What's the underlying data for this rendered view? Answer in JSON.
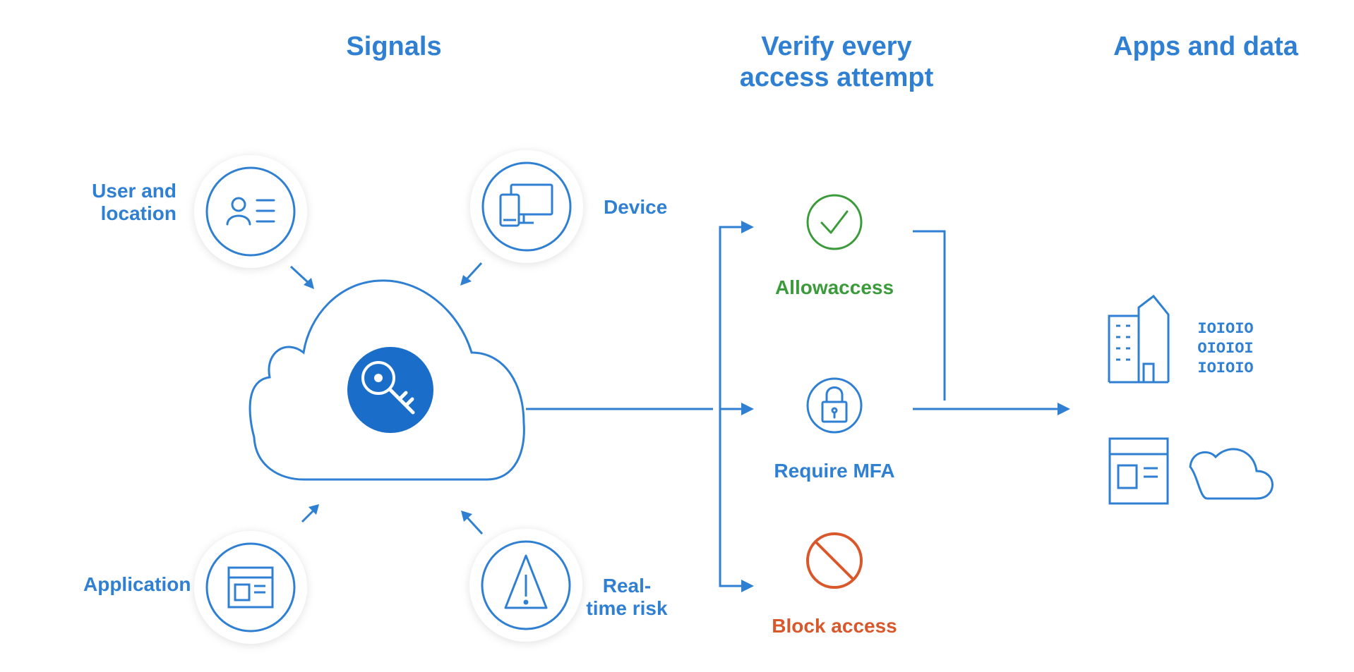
{
  "headings": {
    "signals": "Signals",
    "verify": "Verify every access attempt",
    "apps": "Apps and data"
  },
  "signals": {
    "user_location": "User and location",
    "device": "Device",
    "application": "Application",
    "realtime_risk": "Real-time risk"
  },
  "decisions": {
    "allow": "Allowaccess",
    "mfa": "Require MFA",
    "block": "Block access"
  },
  "colors": {
    "primary": "#2f7fd3",
    "key_fill": "#1a6dc8",
    "allow": "#3b9b3b",
    "block": "#d9582b"
  },
  "icons": {
    "center": "key-icon",
    "signals": [
      "user-card-icon",
      "monitor-icon",
      "app-window-icon",
      "warning-icon"
    ],
    "decisions": [
      "check-icon",
      "lock-icon",
      "block-icon"
    ],
    "apps": [
      "building-icon",
      "binary-data-icon",
      "app-window-icon",
      "cloud-icon"
    ]
  }
}
